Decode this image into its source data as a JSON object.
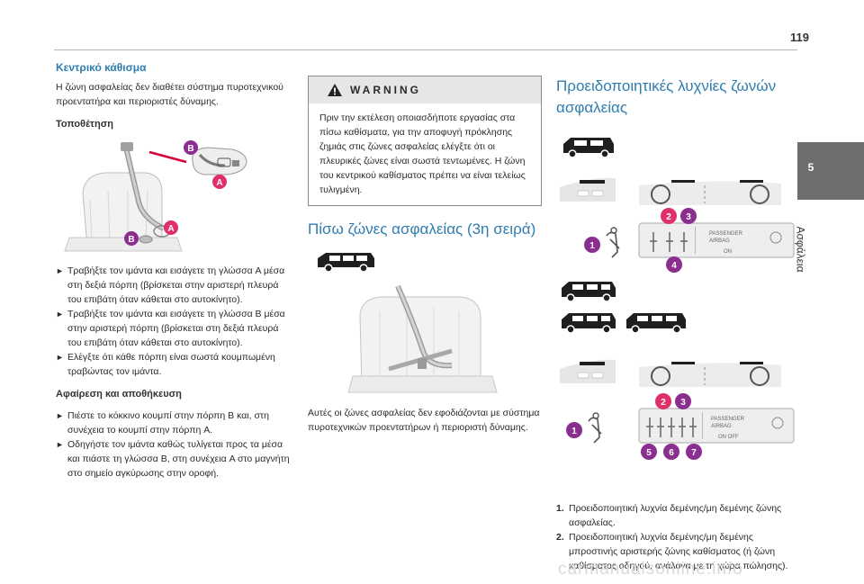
{
  "page": {
    "number": "119",
    "chapter_number": "5",
    "chapter_title": "Ασφάλεια",
    "watermark": "carmanualsonline.info"
  },
  "col1": {
    "title": "Κεντρικό κάθισμα",
    "intro": "Η ζώνη ασφαλείας δεν διαθέτει σύστημα πυροτεχνικού προεντατήρα και περιοριστές δύναμης.",
    "positioning_title": "Τοποθέτηση",
    "figure_labels": [
      "B",
      "A",
      "A",
      "B"
    ],
    "positioning_steps": [
      "Τραβήξτε τον ιμάντα και εισάγετε τη γλώσσα A μέσα στη δεξιά πόρπη (βρίσκεται στην αριστερή πλευρά του επιβάτη όταν κάθεται στο αυτοκίνητο).",
      "Τραβήξτε τον ιμάντα και εισάγετε τη γλώσσα B μέσα στην αριστερή πόρπη (βρίσκεται στη δεξιά πλευρά του επιβάτη όταν κάθεται στο αυτοκίνητο).",
      "Ελέγξτε ότι κάθε πόρπη είναι σωστά κουμπωμένη τραβώντας τον ιμάντα."
    ],
    "removal_title": "Αφαίρεση και αποθήκευση",
    "removal_steps": [
      "Πιέστε το κόκκινο κουμπί στην πόρπη B και, στη συνέχεια το κουμπί στην πόρπη A.",
      "Οδηγήστε τον ιμάντα καθώς τυλίγεται προς τα μέσα και πιάστε τη γλώσσα B, στη συνέχεια A στο μαγνήτη στο σημείο αγκύρωσης στην οροφή."
    ]
  },
  "col2": {
    "warning_label": "WARNING",
    "warning_text": "Πριν την εκτέλεση οποιασδήποτε εργασίας στα πίσω καθίσματα, για την αποφυγή πρόκλησης ζημιάς στις ζώνες ασφαλείας ελέγξτε ότι οι πλευρικές ζώνες είναι σωστά τεντωμένες. Η ζώνη του κεντρικού καθίσματος πρέπει να είναι τελείως τυλιγμένη.",
    "rear_title": "Πίσω ζώνες ασφαλείας (3η σειρά)",
    "rear_text": "Αυτές οι ζώνες ασφαλείας δεν εφοδιάζονται με σύστημα πυροτεχνικών προεντατήρων ή περιοριστή δύναμης."
  },
  "col3": {
    "title": "Προειδοποιητικές λυχνίες ζωνών ασφαλείας",
    "panel1": {
      "callouts": [
        "1",
        "2",
        "3",
        "4"
      ],
      "airbag_line1": "PASSENGER",
      "airbag_line2": "AIRBAG",
      "airbag_state": "ON"
    },
    "panel2": {
      "callouts": [
        "1",
        "2",
        "3",
        "5",
        "6",
        "7"
      ],
      "airbag_line1": "PASSENGER",
      "airbag_line2": "AIRBAG",
      "airbag_state": "ON    OFF"
    },
    "items": [
      {
        "num": "1.",
        "text": "Προειδοποιητική λυχνία δεμένης/μη δεμένης ζώνης ασφαλείας."
      },
      {
        "num": "2.",
        "text": "Προειδοποιητική λυχνία δεμένης/μη δεμένης μπροστινής αριστερής ζώνης καθίσματος (ή ζώνη καθίσματος οδηγού, ανάλογα με τη χώρα πώλησης)."
      }
    ]
  },
  "colors": {
    "accent_blue": "#2f7db0",
    "callout_purple": "#8a2f8f",
    "callout_pink": "#e0306a",
    "side_tab_gray": "#6e6e6e"
  }
}
